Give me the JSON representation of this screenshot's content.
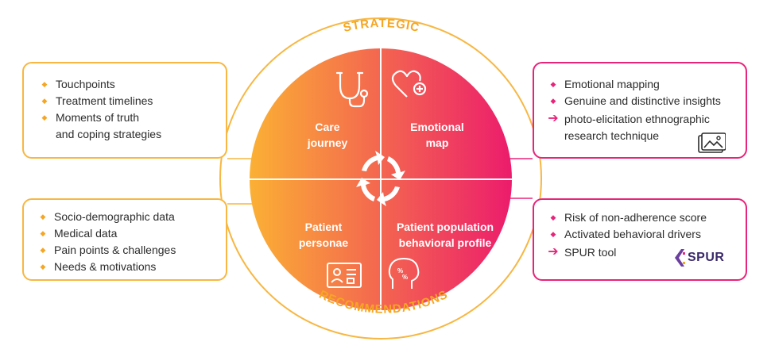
{
  "ring": {
    "top_label": "STRATEGIC",
    "bottom_label": "RECOMMENDATIONS"
  },
  "quadrants": {
    "top_left": "Care journey",
    "top_left_lines": [
      "Care",
      "journey"
    ],
    "top_right_lines": [
      "Emotional",
      "map"
    ],
    "bottom_left_lines": [
      "Patient",
      "personae"
    ],
    "bottom_right_lines": [
      "Patient population",
      "behavioral profile"
    ]
  },
  "boxes": {
    "top_left": {
      "items": [
        {
          "text": "Touchpoints",
          "marker": "bullet"
        },
        {
          "text": "Treatment timelines",
          "marker": "bullet"
        },
        {
          "text": "Moments of truth",
          "marker": "bullet"
        },
        {
          "text": "and coping strategies",
          "marker": "none"
        }
      ]
    },
    "bottom_left": {
      "items": [
        {
          "text": "Socio-demographic data",
          "marker": "bullet"
        },
        {
          "text": "Medical data",
          "marker": "bullet"
        },
        {
          "text": "Pain points & challenges",
          "marker": "bullet"
        },
        {
          "text": "Needs & motivations",
          "marker": "bullet"
        }
      ]
    },
    "top_right": {
      "items": [
        {
          "text": "Emotional mapping",
          "marker": "bullet"
        },
        {
          "text": "Genuine and distinctive insights",
          "marker": "bullet"
        },
        {
          "text": "photo-elicitation ethnographic",
          "marker": "arrow"
        },
        {
          "text": "research technique",
          "marker": "none"
        }
      ]
    },
    "bottom_right": {
      "items": [
        {
          "text": "Risk of non-adherence score",
          "marker": "bullet"
        },
        {
          "text": "Activated behavioral drivers",
          "marker": "bullet"
        },
        {
          "text": "SPUR tool",
          "marker": "arrow"
        }
      ],
      "logo_text": "SPUR"
    }
  },
  "colors": {
    "orange": "#f7b742",
    "pink": "#e8237a",
    "gradient_start": "#fbb034",
    "gradient_end": "#ec1c6c"
  },
  "icons": [
    "stethoscope-icon",
    "heart-plus-icon",
    "cycle-arrows-icon",
    "id-card-icon",
    "head-percent-icon",
    "photo-icon",
    "spur-logo"
  ]
}
